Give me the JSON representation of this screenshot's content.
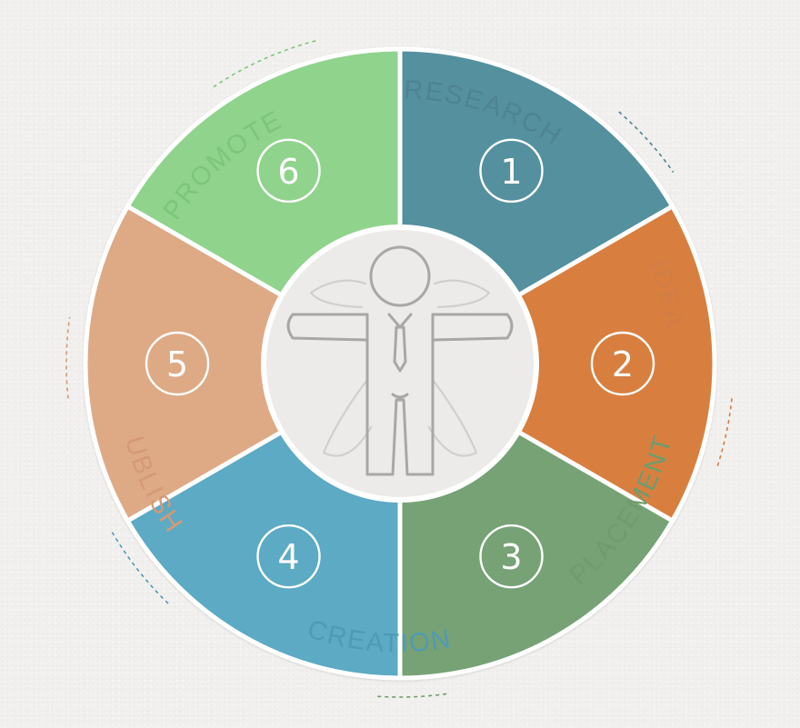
{
  "segments": [
    {
      "number": "1",
      "label": "RESEARCH",
      "color": "#55909f",
      "label_color": "#4e8391"
    },
    {
      "number": "2",
      "label": "IDEAS",
      "color": "#d87f40",
      "label_color": "#d27d45"
    },
    {
      "number": "3",
      "label": "PLACEMENT",
      "color": "#76a274",
      "label_color": "#6f9c6e"
    },
    {
      "number": "4",
      "label": "CREATION",
      "color": "#5caac4",
      "label_color": "#4f9ab4"
    },
    {
      "number": "5",
      "label": "PUBLISH",
      "color": "#deaa86",
      "label_color": "#d49a75"
    },
    {
      "number": "6",
      "label": "PROMOTE",
      "color": "#90d38c",
      "label_color": "#7cc679"
    }
  ],
  "center_icon": "stick-figure-person-icon"
}
